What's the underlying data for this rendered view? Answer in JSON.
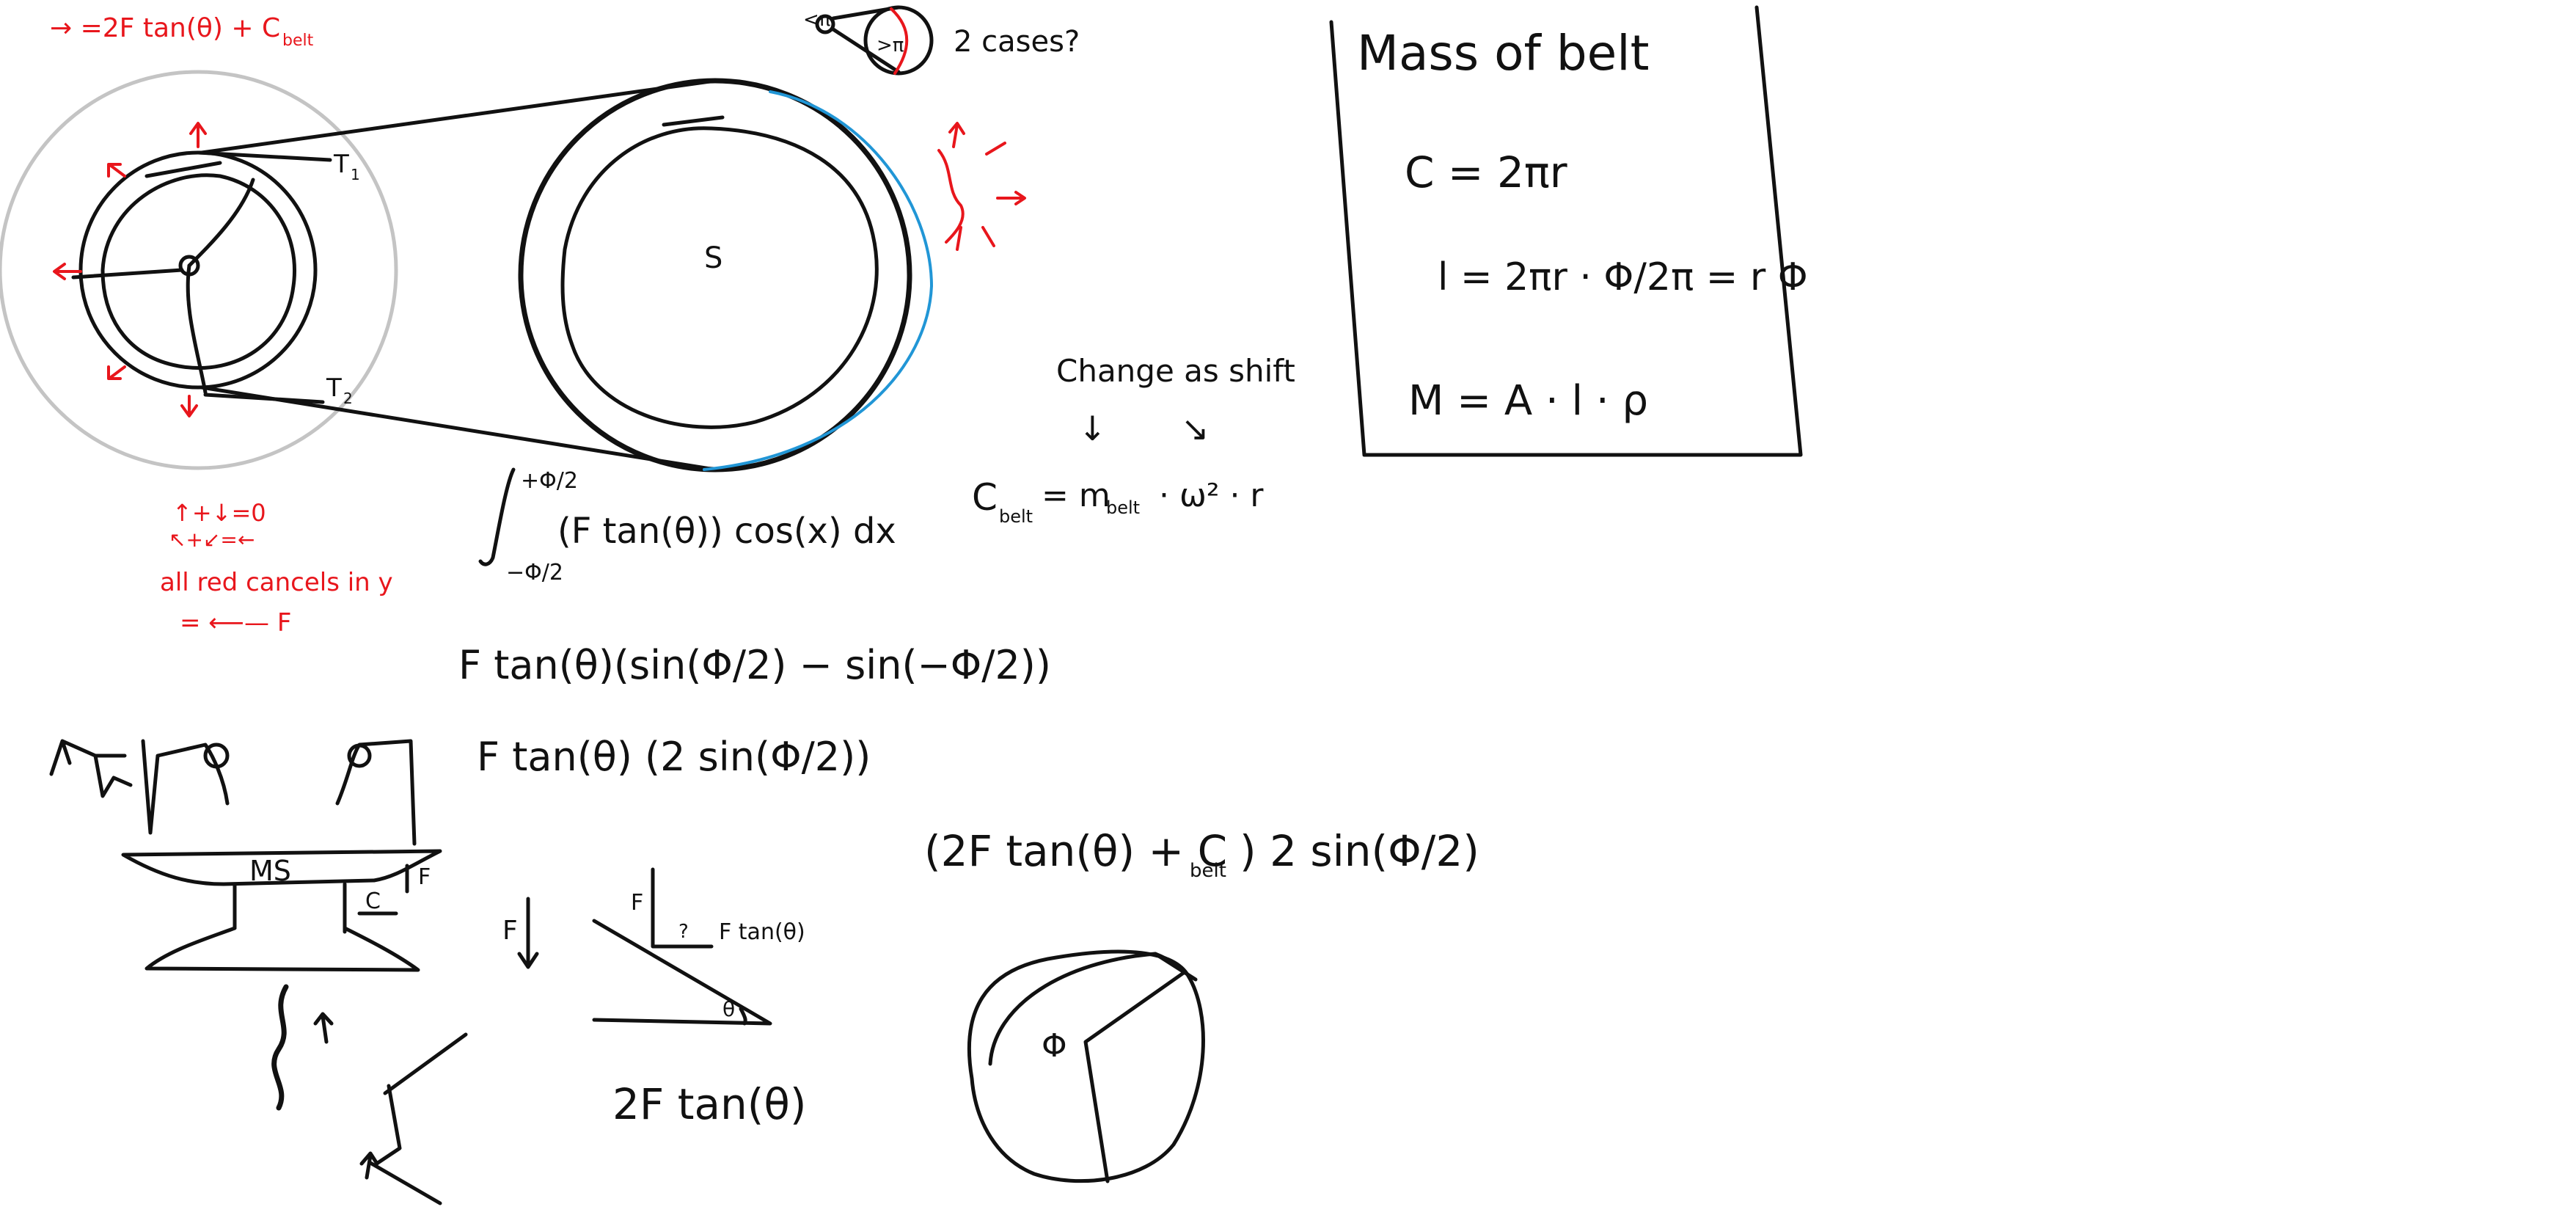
{
  "colors": {
    "ink": "#111111",
    "red_ink": "#e8161c",
    "blue_ink": "#2196d6",
    "grey_ink": "#c4c4c4"
  },
  "notes": {
    "top_red_formula": "→ =2F tan(θ) + C",
    "top_red_formula_sub": "belt",
    "tension_top": "T",
    "tension_top_sub": "1",
    "tension_bottom": "T",
    "tension_bottom_sub": "2",
    "pulley_label": "S",
    "small_pi": "<π",
    "large_pi": ">π",
    "two_cases": "2 cases?",
    "change_as_shift": "Change as shift",
    "arrow_down_1": "↓",
    "arrow_down_2": "↘",
    "c_belt_eq": "C",
    "c_belt_sub": "belt",
    "c_belt_rhs": "= m",
    "c_belt_rhs_sub": "belt",
    "c_belt_rhs_tail": "· ω² · r",
    "red_arrows_line1": "↑+↓=0",
    "red_arrows_line2": "↖+↙=←",
    "red_cancel_text": "all red cancels in y",
    "red_result": "= ⟵— F",
    "integral_upper": "+Φ/2",
    "integral_lower": "−Φ/2",
    "integral_body": "(F tan(θ)) cos(x) dx",
    "expand_line1": "F tan(θ)(sin(Φ/2) − sin(−Φ/2))",
    "expand_line2": "F tan(θ) (2 sin(Φ/2))",
    "final_expr": "(2F tan(θ) + C",
    "final_expr_sub": "belt",
    "final_expr_tail": ") 2 sin(Φ/2)",
    "ms_label": "MS",
    "force_c": "C",
    "force_f_label": "F",
    "triangle_f": "F",
    "triangle_q": "?",
    "triangle_ftan": "F tan(θ)",
    "theta": "θ",
    "two_f_tan": "2F tan(θ)",
    "phi_label": "Φ"
  },
  "mass_of_belt": {
    "title": "Mass of belt",
    "eq_circumference": "C = 2πr",
    "eq_length": "l = 2πr · Φ/2π = r Φ",
    "eq_mass": "M = A · l · ρ"
  }
}
